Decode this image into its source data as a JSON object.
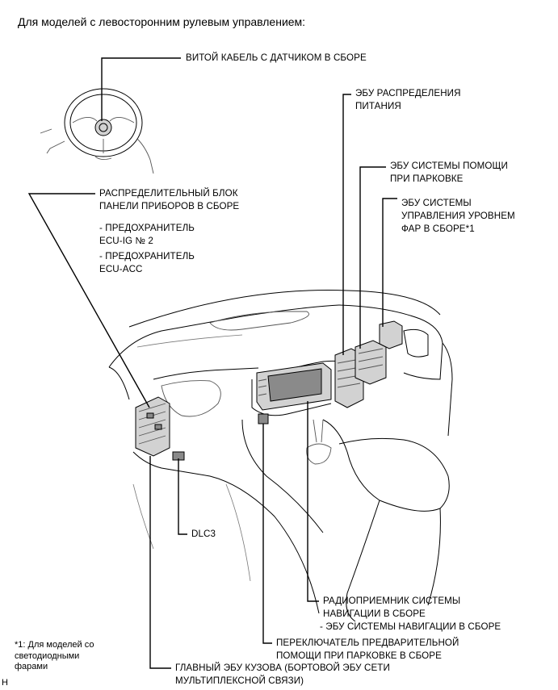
{
  "heading": "Для моделей с левосторонним рулевым управлением:",
  "labels": {
    "spiral_cable": [
      "ВИТОЙ КАБЕЛЬ С ДАТЧИКОМ В СБОРЕ"
    ],
    "power_ecu": [
      "ЭБУ РАСПРЕДЕЛЕНИЯ",
      "ПИТАНИЯ"
    ],
    "parking_assist_ecu": [
      "ЭБУ СИСТЕМЫ ПОМОЩИ",
      "ПРИ ПАРКОВКЕ"
    ],
    "headlamp_leveling_ecu": [
      "ЭБУ СИСТЕМЫ",
      "УПРАВЛЕНИЯ УРОВНЕМ",
      "ФАР В СБОРЕ*1"
    ],
    "instrument_panel_jb": [
      "РАСПРЕДЕЛИТЕЛЬНЫЙ БЛОК",
      "ПАНЕЛИ ПРИБОРОВ В СБОРЕ"
    ],
    "fuse_ecu_ig": [
      "- ПРЕДОХРАНИТЕЛЬ",
      "ECU-IG № 2"
    ],
    "fuse_ecu_acc": [
      "- ПРЕДОХРАНИТЕЛЬ",
      "ECU-ACC"
    ],
    "dlc3": [
      "DLC3"
    ],
    "navigation_receiver": [
      "РАДИОПРИЕМНИК СИСТЕМЫ",
      "НАВИГАЦИИ В СБОРЕ",
      "- ЭБУ СИСТЕМЫ НАВИГАЦИИ В СБОРЕ"
    ],
    "parking_assist_switch": [
      "ПЕРЕКЛЮЧАТЕЛЬ ПРЕДВАРИТЕЛЬНОЙ",
      "ПОМОЩИ ПРИ ПАРКОВКЕ В СБОРЕ"
    ],
    "main_body_ecu": [
      "ГЛАВНЫЙ ЭБУ КУЗОВА (БОРТОВОЙ ЭБУ СЕТИ",
      "МУЛЬТИПЛЕКСНОЙ СВЯЗИ)"
    ]
  },
  "footnote": [
    "*1: Для моделей со",
    "светодиодными",
    "фарами"
  ],
  "corner_mark": "H"
}
